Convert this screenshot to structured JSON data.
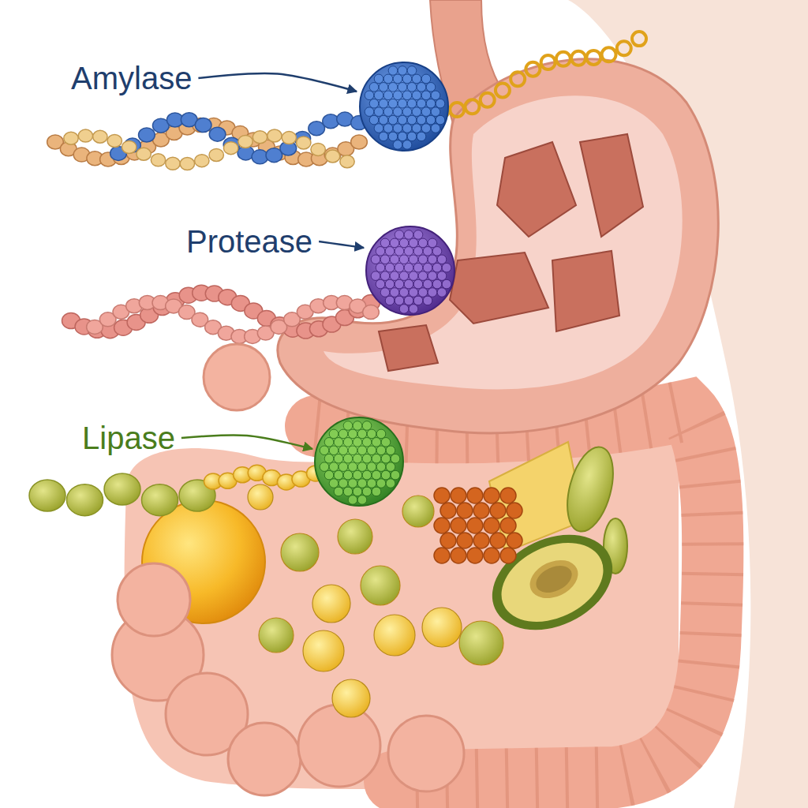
{
  "diagram": {
    "labels": [
      "Amylase",
      "Protease",
      "Lipase"
    ]
  }
}
